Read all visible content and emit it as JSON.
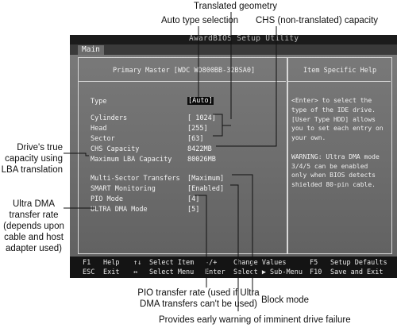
{
  "annotations": {
    "translated_geometry": "Translated geometry",
    "auto_type_selection": "Auto type selection",
    "chs_capacity": "CHS (non-translated) capacity",
    "drives_true_capacity": [
      "Drive's true",
      "capacity using",
      "LBA translation"
    ],
    "ultra_dma_rate": [
      "Ultra DMA",
      "transfer rate",
      "(depends upon",
      "cable and host",
      "adapter used)"
    ],
    "pio_rate": [
      "PIO transfer rate (used if Ultra",
      "DMA transfers can't be used)"
    ],
    "block_mode": "Block mode",
    "early_warning": "Provides early warning of imminent drive failure"
  },
  "bios": {
    "title": "AwardBIOS Setup Utility",
    "menu_main": "Main",
    "panel_header": "Primary Master  [WDC WD800BB-32BSA0]",
    "help_header": "Item Specific Help",
    "fields": {
      "type_label": "Type",
      "type_value": "[Auto]",
      "cylinders_label": "Cylinders",
      "cylinders_value": "[ 1024]",
      "head_label": "Head",
      "head_value": "[255]",
      "sector_label": "Sector",
      "sector_value": "[63]",
      "chs_label": "CHS Capacity",
      "chs_value": "8422MB",
      "lba_label": "Maximum LBA Capacity",
      "lba_value": "80026MB",
      "mst_label": "Multi-Sector Transfers",
      "mst_value": "[Maximum]",
      "smart_label": "SMART Monitoring",
      "smart_value": "[Enabled]",
      "pio_label": "PIO Mode",
      "pio_value": "[4]",
      "udma_label": "ULTRA DMA Mode",
      "udma_value": "[5]"
    },
    "help_text": "<Enter> to select the\ntype of the IDE drive.\n[User Type HDD] allows\nyou to set each entry on\nyour own.\n\nWARNING: Ultra DMA mode\n3/4/5 can be enabled\nonly when BIOS detects\nshielded 80-pin cable.",
    "keys": {
      "f1": "F1",
      "help": "Help",
      "updown": "↑↓",
      "select_item": "Select Item",
      "plusminus": "-/+",
      "change_values": "Change Values",
      "f5": "F5",
      "setup_defaults": "Setup Defaults",
      "esc": "ESC",
      "exit": "Exit",
      "leftright": "↔",
      "select_menu": "Select Menu",
      "enter": "Enter",
      "select_submenu": "Select ▶ Sub-Menu",
      "f10": "F10",
      "save_exit": "Save and Exit"
    }
  }
}
